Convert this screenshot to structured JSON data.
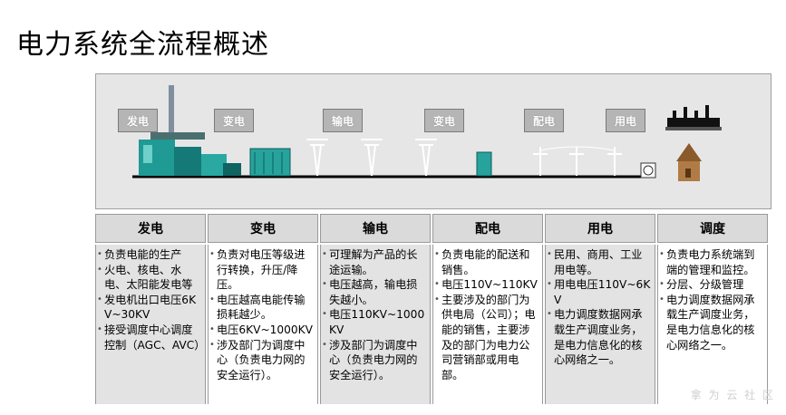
{
  "page": {
    "title": "电力系统全流程概述"
  },
  "diagram": {
    "stages": [
      "发电",
      "变电",
      "输电",
      "变电",
      "配电",
      "用电"
    ]
  },
  "table": {
    "columns": [
      {
        "header": "发电",
        "items": [
          "负责电能的生产",
          "火电、核电、水电、太阳能发电等",
          "发电机出口电压6KV~30KV",
          "接受调度中心调度控制（AGC、AVC）"
        ]
      },
      {
        "header": "变电",
        "items": [
          "负责对电压等级进行转换，升压/降压。",
          "电压越高电能传输损耗越少。",
          "电压6KV~1000KV",
          "涉及部门为调度中心（负责电力网的安全运行）。"
        ]
      },
      {
        "header": "输电",
        "items": [
          "可理解为产品的长途运输。",
          "电压越高，输电损失越小。",
          "电压110KV~1000KV",
          "涉及部门为调度中心（负责电力网的安全运行）。"
        ]
      },
      {
        "header": "配电",
        "items": [
          "负责电能的配送和销售。",
          "电压110V~110KV",
          "主要涉及的部门为供电局（公司）；电能的销售，主要涉及的部门为电力公司营销部或用电部。"
        ]
      },
      {
        "header": "用电",
        "items": [
          "民用、商用、工业用电等。",
          "用电电压110V~6KV",
          "电力调度数据网承载生产调度业务，是电力信息化的核心网络之一。"
        ]
      },
      {
        "header": "调度",
        "items": [
          "负责电力系统端到端的管理和监控。",
          "分层、分级管理",
          "电力调度数据网承载生产调度业务，是电力信息化的核心网络之一。"
        ]
      }
    ]
  },
  "watermark": "拿 为 云 社 区"
}
